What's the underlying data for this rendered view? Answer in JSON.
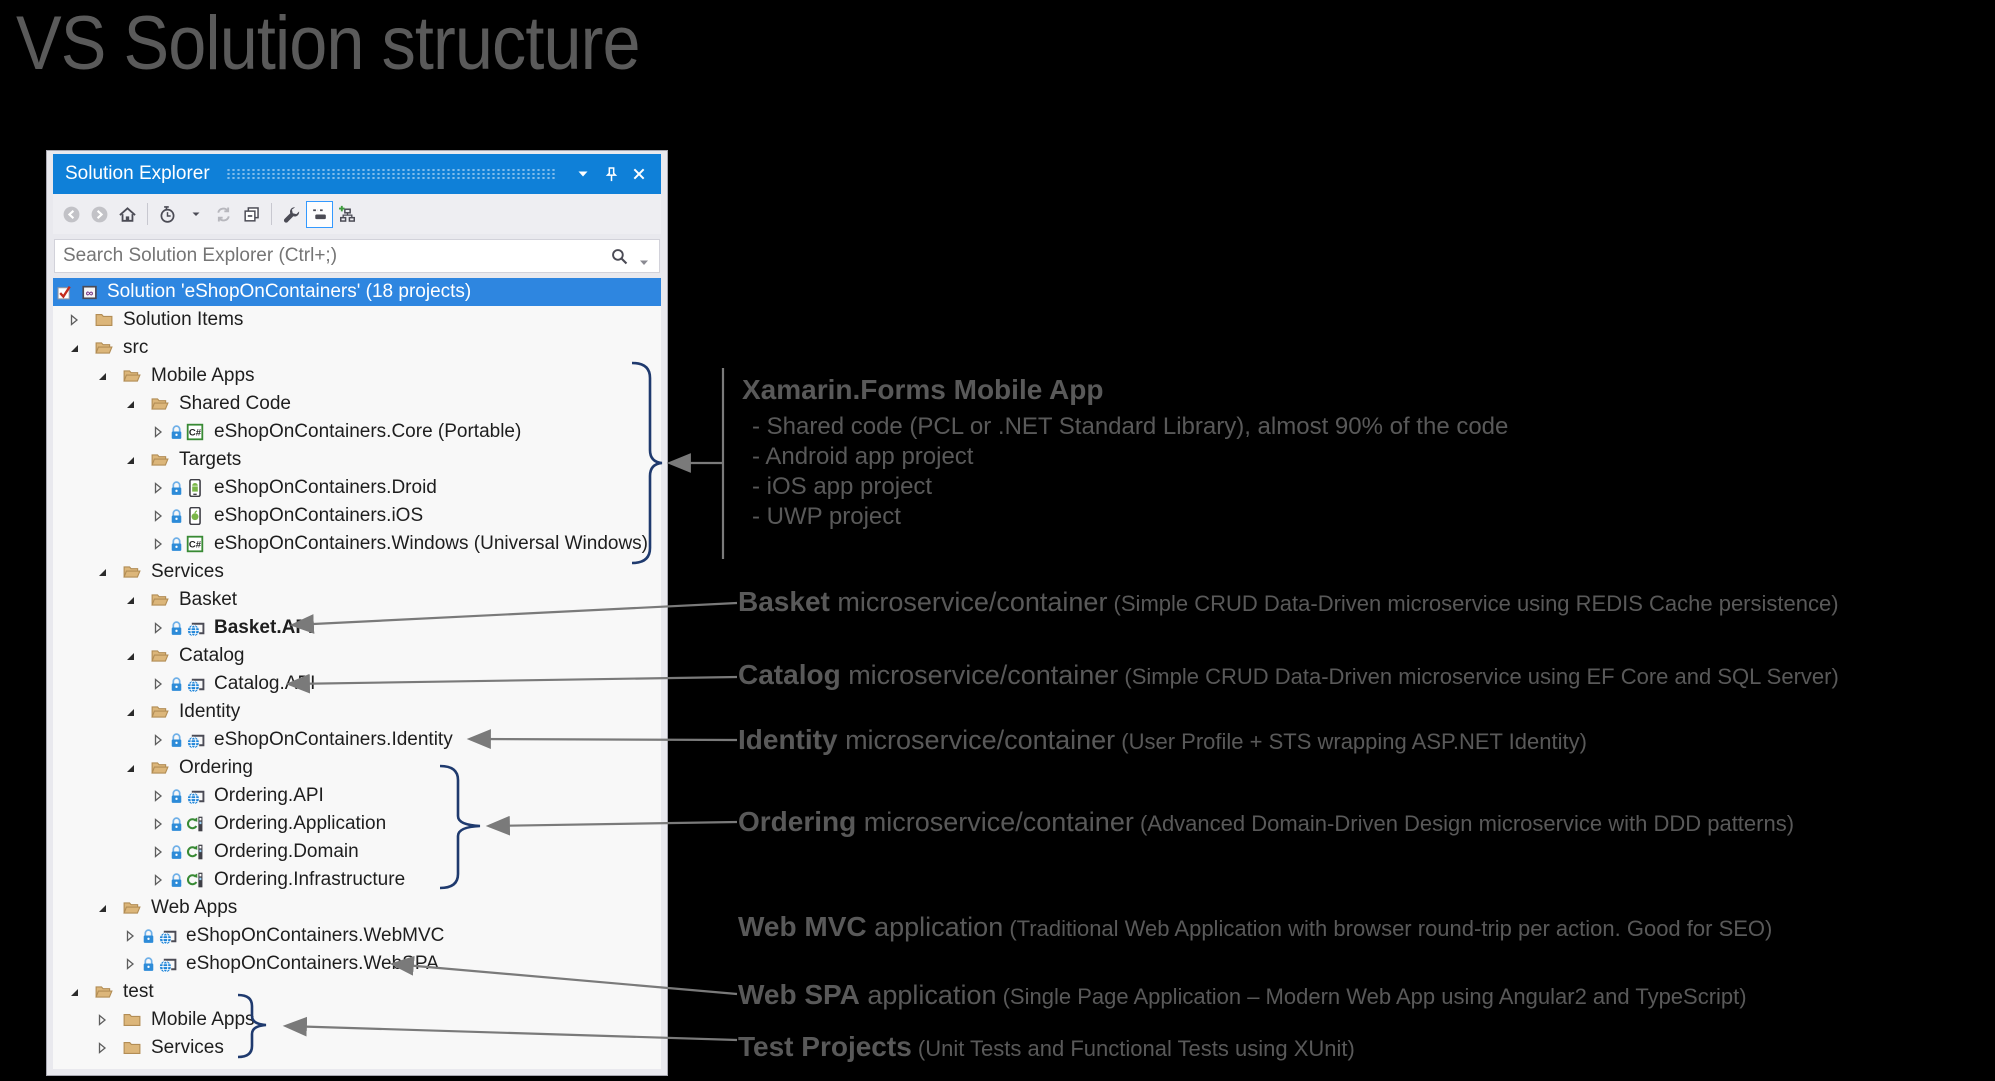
{
  "page_title": "VS Solution structure",
  "colors": {
    "background": "#000000",
    "titlebar_blue": "#0f80d8",
    "selection_blue": "#2e86e0",
    "panel_chrome": "#e9e9ee",
    "toolbar_bg": "#eeeef2",
    "tree_bg": "#f8f8f8",
    "tree_text": "#1e1e1e",
    "folder_tan": "#dcb67a",
    "annotation_gray": "#595959",
    "arrow_gray": "#7a7a7a",
    "brace_navy": "#1f3a6e",
    "selected_tool_border": "#3399ff"
  },
  "panel": {
    "title": "Solution Explorer",
    "titlebar_icons": [
      "window-position-icon",
      "pin-icon",
      "close-icon"
    ],
    "toolbar": [
      {
        "name": "back-icon"
      },
      {
        "name": "forward-icon"
      },
      {
        "name": "home-icon"
      },
      {
        "sep": true
      },
      {
        "name": "pending-changes-filter-icon"
      },
      {
        "name": "filter-dropdown-icon"
      },
      {
        "name": "refresh-icon"
      },
      {
        "name": "collapse-all-icon"
      },
      {
        "sep": true
      },
      {
        "name": "properties-wrench-icon"
      },
      {
        "name": "show-all-files-icon",
        "selected": true
      },
      {
        "name": "solution-hierarchy-icon"
      }
    ],
    "search": {
      "placeholder": "Search Solution Explorer (Ctrl+;)"
    },
    "tree": [
      {
        "level": 0,
        "label": "Solution 'eShopOnContainers' (18 projects)",
        "expander": "none",
        "icon": "solution",
        "checkbox": true,
        "selected": true
      },
      {
        "level": 0,
        "label": "Solution Items",
        "expander": "collapsed",
        "icon": "folder-closed"
      },
      {
        "level": 0,
        "label": "src",
        "expander": "expanded",
        "icon": "folder-open"
      },
      {
        "level": 1,
        "label": "Mobile Apps",
        "expander": "expanded",
        "icon": "folder-open"
      },
      {
        "level": 2,
        "label": "Shared Code",
        "expander": "expanded",
        "icon": "folder-open"
      },
      {
        "level": 3,
        "label": "eShopOnContainers.Core (Portable)",
        "expander": "collapsed",
        "icon": "csharp",
        "lock": true
      },
      {
        "level": 2,
        "label": "Targets",
        "expander": "expanded",
        "icon": "folder-open"
      },
      {
        "level": 3,
        "label": "eShopOnContainers.Droid",
        "expander": "collapsed",
        "icon": "droid",
        "lock": true
      },
      {
        "level": 3,
        "label": "eShopOnContainers.iOS",
        "expander": "collapsed",
        "icon": "ios",
        "lock": true
      },
      {
        "level": 3,
        "label": "eShopOnContainers.Windows (Universal Windows)",
        "expander": "collapsed",
        "icon": "csharp",
        "lock": true
      },
      {
        "level": 1,
        "label": "Services",
        "expander": "expanded",
        "icon": "folder-open"
      },
      {
        "level": 2,
        "label": "Basket",
        "expander": "expanded",
        "icon": "folder-open"
      },
      {
        "level": 3,
        "label": "Basket.API",
        "expander": "collapsed",
        "icon": "web",
        "lock": true,
        "bold": true
      },
      {
        "level": 2,
        "label": "Catalog",
        "expander": "expanded",
        "icon": "folder-open"
      },
      {
        "level": 3,
        "label": "Catalog.API",
        "expander": "collapsed",
        "icon": "web",
        "lock": true
      },
      {
        "level": 2,
        "label": "Identity",
        "expander": "expanded",
        "icon": "folder-open"
      },
      {
        "level": 3,
        "label": "eShopOnContainers.Identity",
        "expander": "collapsed",
        "icon": "web",
        "lock": true
      },
      {
        "level": 2,
        "label": "Ordering",
        "expander": "expanded",
        "icon": "folder-open"
      },
      {
        "level": 3,
        "label": "Ordering.API",
        "expander": "collapsed",
        "icon": "web",
        "lock": true
      },
      {
        "level": 3,
        "label": "Ordering.Application",
        "expander": "collapsed",
        "icon": "classlib",
        "lock": true
      },
      {
        "level": 3,
        "label": "Ordering.Domain",
        "expander": "collapsed",
        "icon": "classlib",
        "lock": true
      },
      {
        "level": 3,
        "label": "Ordering.Infrastructure",
        "expander": "collapsed",
        "icon": "classlib",
        "lock": true
      },
      {
        "level": 1,
        "label": "Web Apps",
        "expander": "expanded",
        "icon": "folder-open"
      },
      {
        "level": 2,
        "label": "eShopOnContainers.WebMVC",
        "expander": "collapsed",
        "icon": "web",
        "lock": true
      },
      {
        "level": 2,
        "label": "eShopOnContainers.WebSPA",
        "expander": "collapsed",
        "icon": "web",
        "lock": true
      },
      {
        "level": 0,
        "label": "test",
        "expander": "expanded",
        "icon": "folder-open"
      },
      {
        "level": 1,
        "label": "Mobile Apps",
        "expander": "collapsed",
        "icon": "folder-closed"
      },
      {
        "level": 1,
        "label": "Services",
        "expander": "collapsed",
        "icon": "folder-closed"
      }
    ]
  },
  "annotations": {
    "xamarin": {
      "heading": "Xamarin.Forms Mobile App",
      "bullets": [
        "- Shared code (PCL or .NET Standard Library), almost 90% of the code",
        "- Android app project",
        "- iOS app project",
        "- UWP project"
      ]
    },
    "notes": [
      {
        "id": "basket",
        "bold": "Basket",
        "mid": "microservice/container",
        "paren": "(Simple CRUD Data-Driven microservice using REDIS Cache persistence)"
      },
      {
        "id": "catalog",
        "bold": "Catalog",
        "mid": "microservice/container",
        "paren": "(Simple CRUD Data-Driven microservice using EF Core and SQL Server)"
      },
      {
        "id": "identity",
        "bold": "Identity",
        "mid": "microservice/container",
        "paren": "(User Profile + STS wrapping ASP.NET Identity)"
      },
      {
        "id": "ordering",
        "bold": "Ordering",
        "mid": "microservice/container",
        "paren": "(Advanced Domain-Driven Design microservice with DDD patterns)"
      },
      {
        "id": "webmvc",
        "bold": "Web MVC",
        "mid": "application",
        "paren": "(Traditional Web Application with browser round-trip per action. Good for SEO)"
      },
      {
        "id": "webspa",
        "bold": "Web SPA",
        "mid": "application",
        "paren": "(Single Page Application – Modern Web App using Angular2 and TypeScript)"
      },
      {
        "id": "test",
        "bold": "Test Projects",
        "mid": "",
        "paren": "(Unit Tests and Functional Tests using XUnit)"
      }
    ]
  }
}
